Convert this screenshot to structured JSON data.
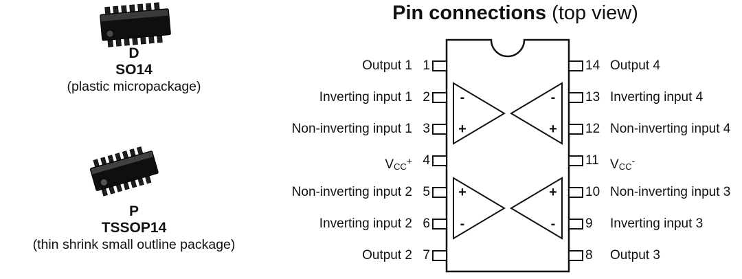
{
  "title": {
    "main": "Pin connections",
    "suffix": " (top view)"
  },
  "packages": [
    {
      "code": "D",
      "name": "SO14",
      "desc": "(plastic micropackage)"
    },
    {
      "code": "P",
      "name": "TSSOP14",
      "desc": "(thin shrink small outline package)"
    }
  ],
  "diagram": {
    "pins": [
      {
        "left_num": "1",
        "left_label": "Output 1",
        "right_num": "14",
        "right_label": "Output 4"
      },
      {
        "left_num": "2",
        "left_label": "Inverting input 1",
        "right_num": "13",
        "right_label": "Inverting input 4"
      },
      {
        "left_num": "3",
        "left_label": "Non-inverting input 1",
        "right_num": "12",
        "right_label": "Non-inverting input 4"
      },
      {
        "left_num": "4",
        "left_label": "VCC+",
        "right_num": "11",
        "right_label": "VCC-"
      },
      {
        "left_num": "5",
        "left_label": "Non-inverting input 2",
        "right_num": "10",
        "right_label": "Non-inverting input 3"
      },
      {
        "left_num": "6",
        "left_label": "Inverting input 2",
        "right_num": "9",
        "right_label": "Inverting input 3"
      },
      {
        "left_num": "7",
        "left_label": "Output 2",
        "right_num": "8",
        "right_label": "Output 3"
      }
    ],
    "amps": [
      {
        "name": "op-amp-1",
        "top_sign": "-",
        "bottom_sign": "+"
      },
      {
        "name": "op-amp-4",
        "top_sign": "-",
        "bottom_sign": "+"
      },
      {
        "name": "op-amp-2",
        "top_sign": "+",
        "bottom_sign": "-"
      },
      {
        "name": "op-amp-3",
        "top_sign": "+",
        "bottom_sign": "-"
      }
    ]
  },
  "colors": {
    "ink": "#111111",
    "chip_fill": "#ffffff",
    "package_body": "#0f0f0f"
  }
}
